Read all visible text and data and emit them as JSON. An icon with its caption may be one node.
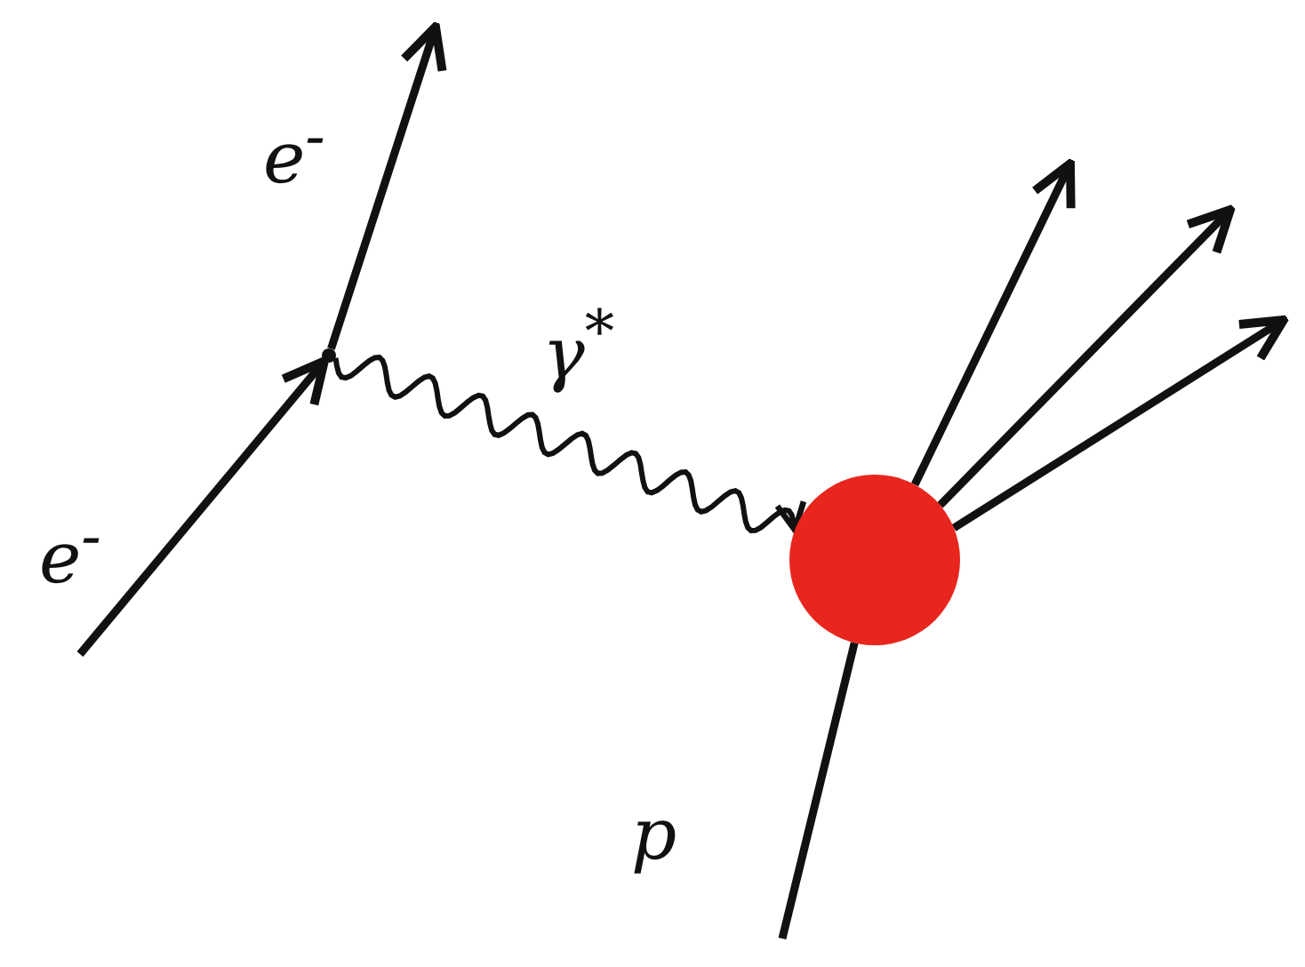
{
  "diagram": {
    "nodes": [
      {
        "text": [],
        "shape": "point"
      },
      {
        "text": [],
        "shape": "circle"
      }
    ],
    "edges": [
      {
        "from": null,
        "to": 0,
        "arrow": "to",
        "label": "e$^{-}$"
      },
      {
        "from": 0,
        "to": null,
        "arrow": "to",
        "label": "e$^{-}$"
      },
      {
        "from": 0,
        "to": 1,
        "arrow": "to",
        "label": "γ$^{*}$"
      },
      {
        "from": null,
        "to": 1,
        "arrow": "none",
        "label": "p"
      },
      {
        "from": 1,
        "to": null,
        "arrow": "to"
      },
      {
        "from": 1,
        "to": null,
        "arrow": "to"
      },
      {
        "from": 1,
        "to": null,
        "arrow": "to"
      }
    ]
  }
}
